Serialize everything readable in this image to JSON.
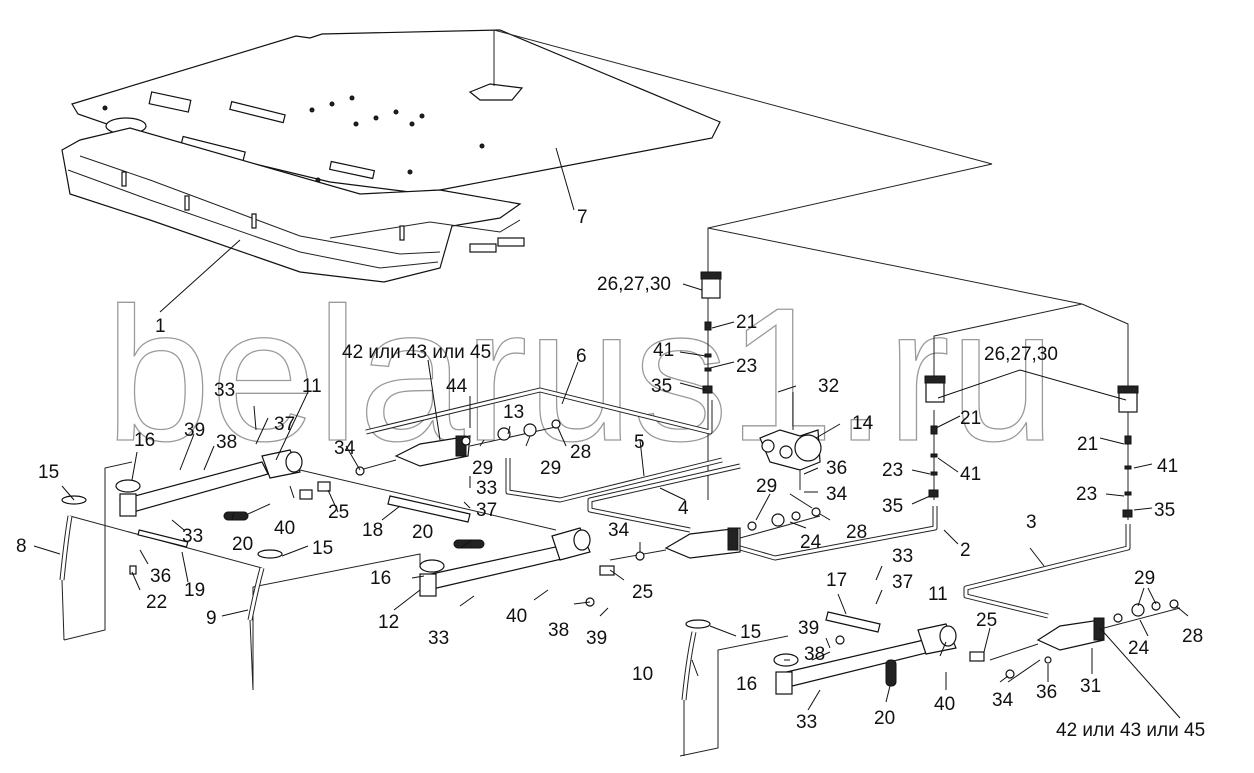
{
  "watermark": "belarus1.ru",
  "labels": [
    {
      "id": "l1",
      "text": "1"
    },
    {
      "id": "l7",
      "text": "7"
    },
    {
      "id": "l26a",
      "text": "26,27,30"
    },
    {
      "id": "l26b",
      "text": "26,27,30"
    },
    {
      "id": "l21a",
      "text": "21"
    },
    {
      "id": "l21b",
      "text": "21"
    },
    {
      "id": "l21c",
      "text": "21"
    },
    {
      "id": "l41a",
      "text": "41"
    },
    {
      "id": "l41b",
      "text": "41"
    },
    {
      "id": "l41c",
      "text": "41"
    },
    {
      "id": "l23a",
      "text": "23"
    },
    {
      "id": "l23b",
      "text": "23"
    },
    {
      "id": "l23c",
      "text": "23"
    },
    {
      "id": "l35a",
      "text": "35"
    },
    {
      "id": "l35b",
      "text": "35"
    },
    {
      "id": "l35c",
      "text": "35"
    },
    {
      "id": "l32",
      "text": "32"
    },
    {
      "id": "l14",
      "text": "14"
    },
    {
      "id": "l36a",
      "text": "36"
    },
    {
      "id": "l34a",
      "text": "34"
    },
    {
      "id": "l42a",
      "text": "42 или 43 или 45"
    },
    {
      "id": "l6",
      "text": "6"
    },
    {
      "id": "l44",
      "text": "44"
    },
    {
      "id": "l13",
      "text": "13"
    },
    {
      "id": "l29a",
      "text": "29"
    },
    {
      "id": "l29b",
      "text": "29"
    },
    {
      "id": "l28a",
      "text": "28"
    },
    {
      "id": "l5",
      "text": "5"
    },
    {
      "id": "l4",
      "text": "4"
    },
    {
      "id": "l33a",
      "text": "33"
    },
    {
      "id": "l11a",
      "text": "11"
    },
    {
      "id": "l37a",
      "text": "37"
    },
    {
      "id": "l39a",
      "text": "39"
    },
    {
      "id": "l38a",
      "text": "38"
    },
    {
      "id": "l16a",
      "text": "16"
    },
    {
      "id": "l34b",
      "text": "34"
    },
    {
      "id": "l15a",
      "text": "15"
    },
    {
      "id": "l33b",
      "text": "33"
    },
    {
      "id": "l37b",
      "text": "37"
    },
    {
      "id": "l25a",
      "text": "25"
    },
    {
      "id": "l18",
      "text": "18"
    },
    {
      "id": "l40a",
      "text": "40"
    },
    {
      "id": "l20a",
      "text": "20"
    },
    {
      "id": "l33c",
      "text": "33"
    },
    {
      "id": "l8",
      "text": "8"
    },
    {
      "id": "l36b",
      "text": "36"
    },
    {
      "id": "l19",
      "text": "19"
    },
    {
      "id": "l22",
      "text": "22"
    },
    {
      "id": "l15b",
      "text": "15"
    },
    {
      "id": "l9",
      "text": "9"
    },
    {
      "id": "l20b",
      "text": "20"
    },
    {
      "id": "l16b",
      "text": "16"
    },
    {
      "id": "l12",
      "text": "12"
    },
    {
      "id": "l33d",
      "text": "33"
    },
    {
      "id": "l40b",
      "text": "40"
    },
    {
      "id": "l38b",
      "text": "38"
    },
    {
      "id": "l39b",
      "text": "39"
    },
    {
      "id": "l34c",
      "text": "34"
    },
    {
      "id": "l25b",
      "text": "25"
    },
    {
      "id": "l29c",
      "text": "29"
    },
    {
      "id": "l24a",
      "text": "24"
    },
    {
      "id": "l28b",
      "text": "28"
    },
    {
      "id": "l2",
      "text": "2"
    },
    {
      "id": "l3",
      "text": "3"
    },
    {
      "id": "l33e",
      "text": "33"
    },
    {
      "id": "l37c",
      "text": "37"
    },
    {
      "id": "l17",
      "text": "17"
    },
    {
      "id": "l11b",
      "text": "11"
    },
    {
      "id": "l15c",
      "text": "15"
    },
    {
      "id": "l39c",
      "text": "39"
    },
    {
      "id": "l38c",
      "text": "38"
    },
    {
      "id": "l16c",
      "text": "16"
    },
    {
      "id": "l10",
      "text": "10"
    },
    {
      "id": "l25c",
      "text": "25"
    },
    {
      "id": "l34d",
      "text": "34"
    },
    {
      "id": "l36c",
      "text": "36"
    },
    {
      "id": "l31",
      "text": "31"
    },
    {
      "id": "l29d",
      "text": "29"
    },
    {
      "id": "l24b",
      "text": "24"
    },
    {
      "id": "l28c",
      "text": "28"
    },
    {
      "id": "l33f",
      "text": "33"
    },
    {
      "id": "l20c",
      "text": "20"
    },
    {
      "id": "l40c",
      "text": "40"
    },
    {
      "id": "l42b",
      "text": "42 или 43 или 45"
    }
  ]
}
